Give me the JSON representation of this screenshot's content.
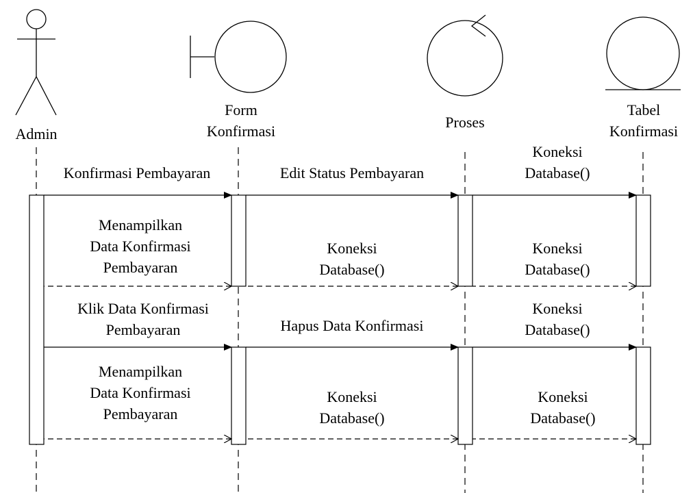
{
  "participants": {
    "admin": {
      "label": "Admin",
      "icon": "actor-icon"
    },
    "form": {
      "label_lines": [
        "Form",
        "Konfirmasi"
      ],
      "icon": "boundary-icon"
    },
    "proses": {
      "label": "Proses",
      "icon": "control-icon"
    },
    "tabel": {
      "label_lines": [
        "Tabel",
        "Konfirmasi"
      ],
      "icon": "entity-icon"
    }
  },
  "messages": [
    {
      "lines": [
        "Konfirmasi Pembayaran"
      ],
      "kind": "call"
    },
    {
      "lines": [
        "Edit Status Pembayaran"
      ],
      "kind": "call"
    },
    {
      "lines": [
        "Koneksi",
        "Database()"
      ],
      "kind": "call"
    },
    {
      "lines": [
        "Menampilkan",
        "Data Konfirmasi",
        "Pembayaran"
      ],
      "kind": "return"
    },
    {
      "lines": [
        "Koneksi",
        "Database()"
      ],
      "kind": "return"
    },
    {
      "lines": [
        "Koneksi",
        "Database()"
      ],
      "kind": "return"
    },
    {
      "lines": [
        "Klik Data Konfirmasi",
        "Pembayaran"
      ],
      "kind": "call"
    },
    {
      "lines": [
        "Hapus Data Konfirmasi"
      ],
      "kind": "call"
    },
    {
      "lines": [
        "Koneksi",
        "Database()"
      ],
      "kind": "call"
    },
    {
      "lines": [
        "Menampilkan",
        "Data Konfirmasi",
        "Pembayaran"
      ],
      "kind": "return"
    },
    {
      "lines": [
        "Koneksi",
        "Database()"
      ],
      "kind": "return"
    },
    {
      "lines": [
        "Koneksi",
        "Database()"
      ],
      "kind": "return"
    }
  ],
  "colors": {
    "line": "#000000",
    "background": "#ffffff"
  }
}
